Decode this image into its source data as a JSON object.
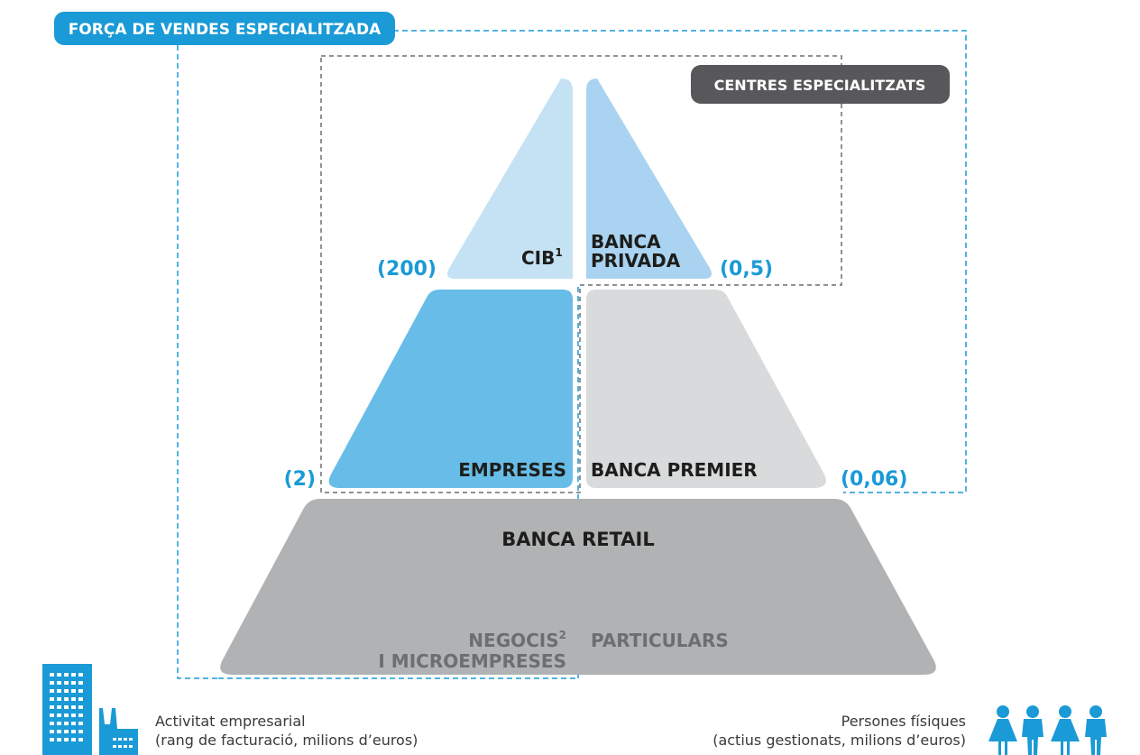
{
  "badges": {
    "sales_force": "FORÇA DE VENDES ESPECIALITZADA",
    "centres": "CENTRES ESPECIALITZATS"
  },
  "segments": {
    "cib": "CIB",
    "cib_sup": "1",
    "private_1": "BANCA",
    "private_2": "PRIVADA",
    "companies": "EMPRESES",
    "premier": "BANCA PREMIER",
    "retail": "BANCA RETAIL",
    "business_1": "NEGOCIS",
    "business_sup": "2",
    "business_2": "I MICROEMPRESES",
    "individuals": "PARTICULARS"
  },
  "thresholds": {
    "cib": "(200)",
    "private": "(0,5)",
    "companies": "(2)",
    "premier": "(0,06)"
  },
  "captions": {
    "left_1": "Activitat empresarial",
    "left_2": "(rang de facturació, milions d’euros)",
    "right_1": "Persones físiques",
    "right_2": "(actius gestionats, milions d’euros)"
  },
  "colors": {
    "accent_blue": "#1a9ad6",
    "cib_blue": "#c5e1f4",
    "private_blue": "#a9d3f0",
    "companies_blue": "#67bde8",
    "premier_grey": "#d9dadb",
    "retail_grey": "#b1b2b3",
    "badge_dark": "#58585a"
  }
}
